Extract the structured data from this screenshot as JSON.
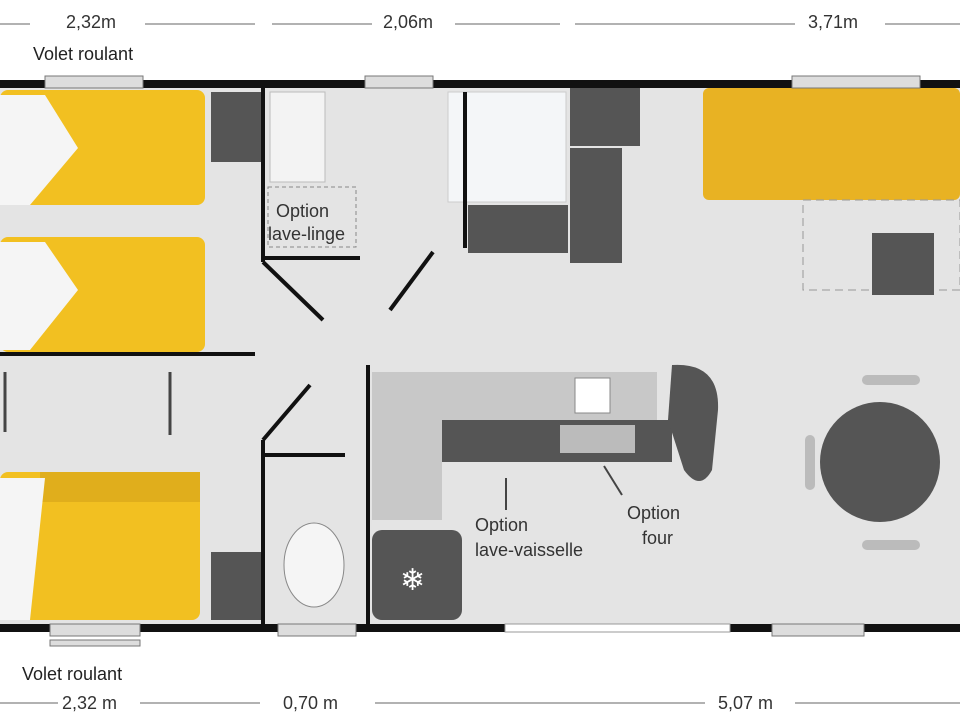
{
  "dimensions": {
    "top": [
      "2,32m",
      "2,06m",
      "3,71m"
    ],
    "bottom": [
      "2,32 m",
      "0,70 m",
      "5,07 m"
    ]
  },
  "labels": {
    "volet_top": "Volet roulant",
    "volet_bottom": "Volet roulant",
    "lave_linge": [
      "Option",
      "lave-linge"
    ],
    "lave_vaisselle": [
      "Option",
      "lave-vaisselle"
    ],
    "four": [
      "Option",
      "four"
    ]
  },
  "colors": {
    "floor": "#e4e4e4",
    "wall": "#111111",
    "bed": "#f2c021",
    "sofa": "#e8b223",
    "furniture": "#5a5a5a",
    "counter": "#c8c8c8"
  }
}
